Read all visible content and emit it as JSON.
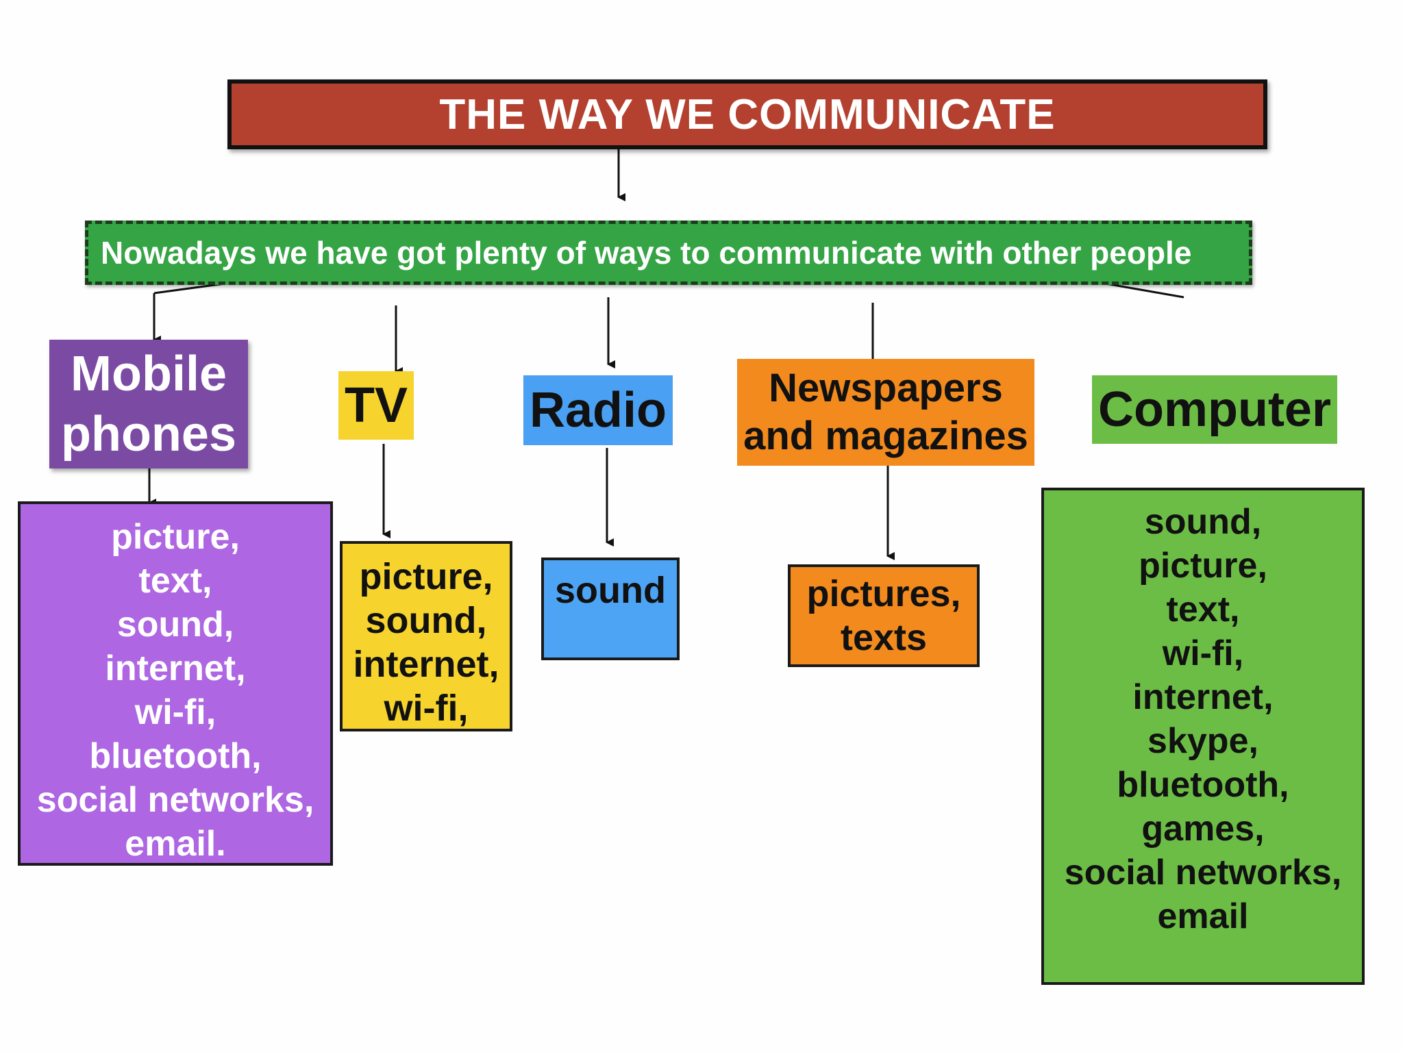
{
  "title": "THE WAY WE COMMUNICATE",
  "subtitle": "Nowadays we have got plenty of ways to communicate with other people",
  "categories": {
    "mobile": {
      "line1": "Mobile",
      "line2": "phones"
    },
    "tv": {
      "label": "TV"
    },
    "radio": {
      "label": "Radio"
    },
    "news": {
      "line1": "Newspapers",
      "line2": "and magazines"
    },
    "computer": {
      "label": "Computer"
    }
  },
  "features": {
    "mobile": [
      "picture,",
      "text,",
      "sound,",
      "internet,",
      "wi-fi,",
      "bluetooth,",
      "social networks,",
      "email."
    ],
    "tv": [
      "picture,",
      "sound,",
      "internet,",
      "wi-fi,"
    ],
    "radio": [
      "sound"
    ],
    "news": [
      "pictures,",
      "texts"
    ],
    "computer": [
      "sound,",
      "picture,",
      "text,",
      "wi-fi,",
      "internet,",
      "skype,",
      "bluetooth,",
      "games,",
      "social networks,",
      "email"
    ]
  },
  "colors": {
    "title_bg": "#b4412f",
    "subtitle_bg": "#35a445",
    "mobile_header": "#7b4ba3",
    "mobile_list": "#ae66e3",
    "tv": "#f6d42d",
    "radio": "#4aa0f2",
    "news": "#f28a1e",
    "computer": "#6cbd45",
    "arrow": "#111111"
  }
}
